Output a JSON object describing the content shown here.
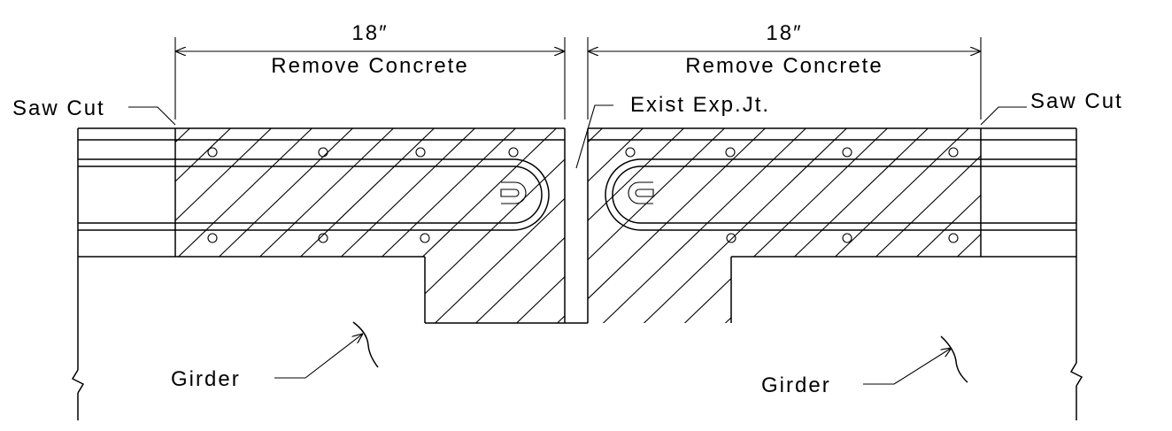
{
  "labels": {
    "dim_left": "18″",
    "dim_right": "18″",
    "remove_left": "Remove Concrete",
    "remove_right": "Remove Concrete",
    "saw_cut_left": "Saw Cut",
    "saw_cut_right": "Saw Cut",
    "joint": "Exist Exp.Jt.",
    "girder_left": "Girder",
    "girder_right": "Girder"
  }
}
